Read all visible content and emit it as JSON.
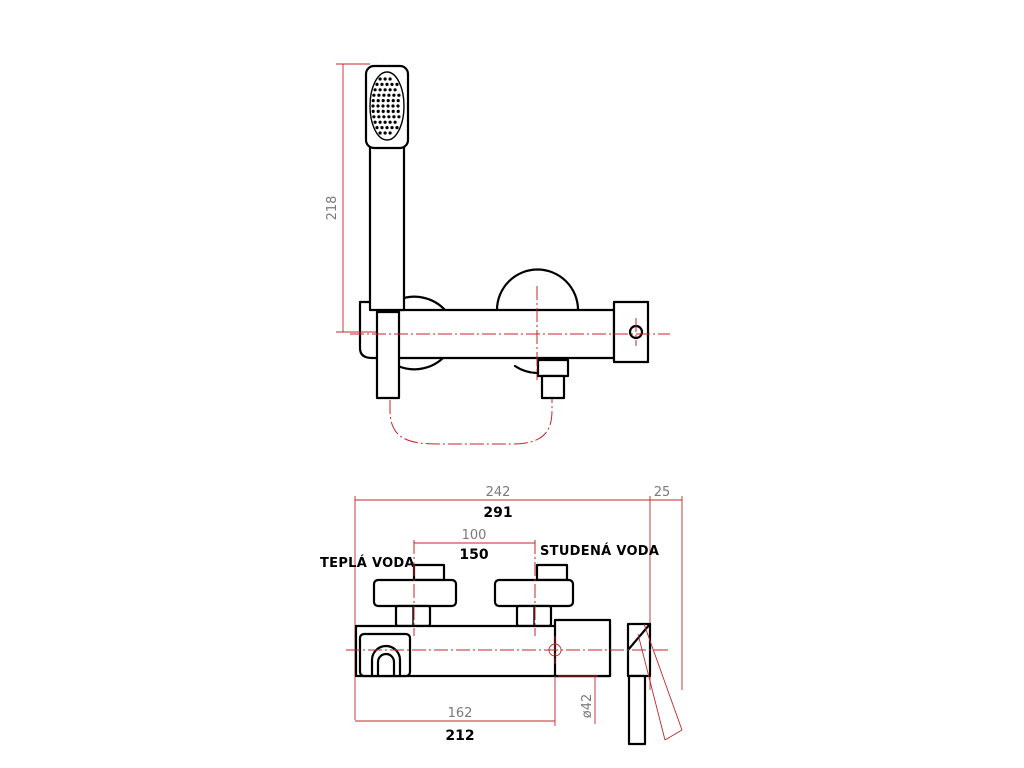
{
  "top_view": {
    "dim_height": "218"
  },
  "front_view": {
    "dim_total_grey": "242",
    "dim_total_bold": "291",
    "dim_lever": "25",
    "dim_spacing_grey": "100",
    "dim_spacing_bold": "150",
    "dim_bottom_grey": "162",
    "dim_bottom_bold": "212",
    "dim_diameter": "ø42",
    "label_hot": "TEPLÁ VODA",
    "label_cold": "STUDENÁ VODA"
  },
  "colors": {
    "object_line": "#000000",
    "center_and_dimension_line": "#c0262b",
    "secondary_dimension_text": "#7a7a7a"
  }
}
